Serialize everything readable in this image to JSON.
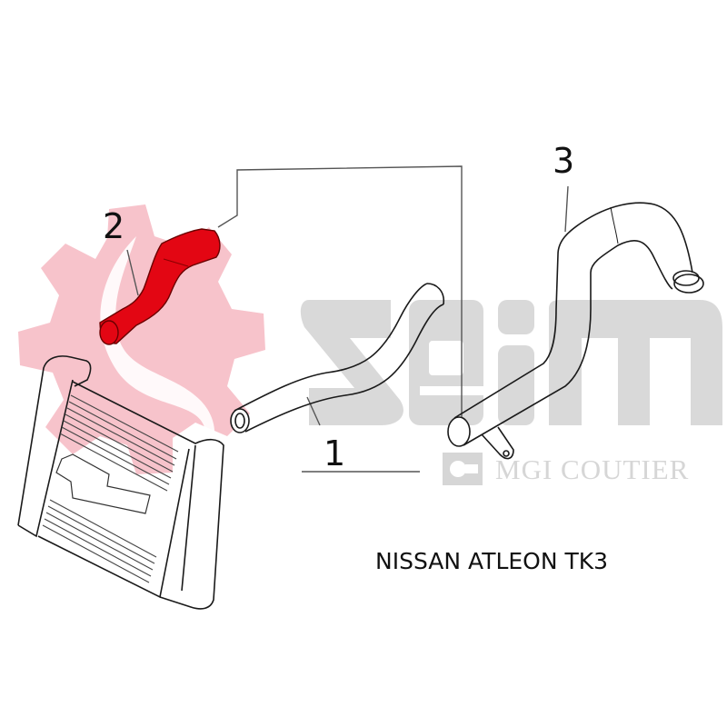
{
  "diagram": {
    "title": "NISSAN ATLEON TK3",
    "parts": [
      {
        "number": "1",
        "label": "1",
        "highlighted": false
      },
      {
        "number": "2",
        "label": "2",
        "highlighted": true
      },
      {
        "number": "3",
        "label": "3",
        "highlighted": false
      }
    ],
    "watermark": {
      "logo_text": "seim",
      "brand_text": "MGI COUTIER",
      "gear_color": "#f7c3cb",
      "letter_color": "#d8d8d8"
    },
    "colors": {
      "highlight": "#e30613",
      "line": "#1a1a1a",
      "background": "#ffffff"
    }
  }
}
